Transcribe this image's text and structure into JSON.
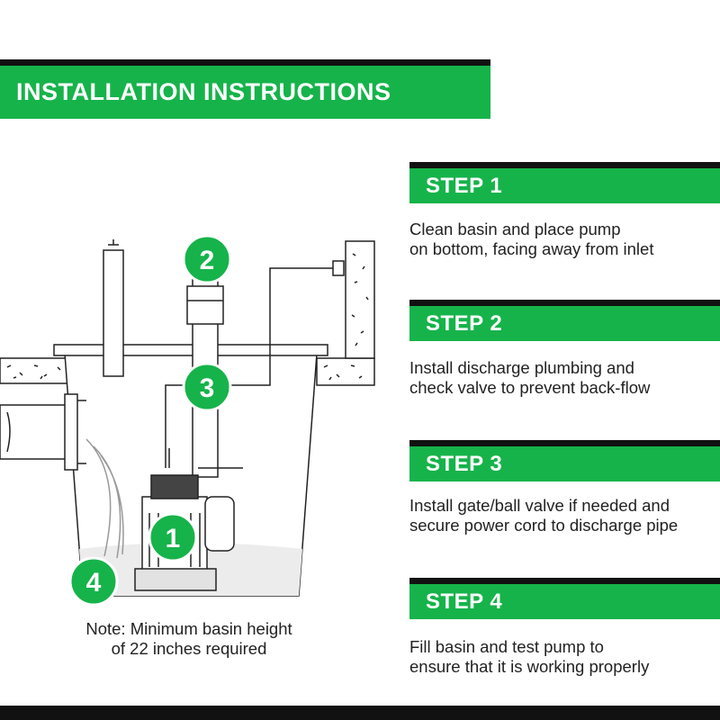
{
  "header": {
    "title": "INSTALLATION INSTRUCTIONS"
  },
  "steps": [
    {
      "label": "STEP 1",
      "lines": [
        "Clean basin and place pump",
        "on bottom, facing away from inlet"
      ]
    },
    {
      "label": "STEP 2",
      "lines": [
        "Install discharge plumbing and",
        "check valve to prevent back-flow"
      ]
    },
    {
      "label": "STEP 3",
      "lines": [
        "Install gate/ball valve if needed and",
        "secure power cord to discharge pipe"
      ]
    },
    {
      "label": "STEP 4",
      "lines": [
        "Fill basin and test pump to",
        "ensure that it is working properly"
      ]
    }
  ],
  "diagram": {
    "badges": [
      "1",
      "2",
      "3",
      "4"
    ]
  },
  "note": {
    "lines": [
      "Note: Minimum basin height",
      "of 22 inches required"
    ]
  },
  "colors": {
    "accent": "#16b34a",
    "rule": "#111111",
    "text": "#222222"
  }
}
